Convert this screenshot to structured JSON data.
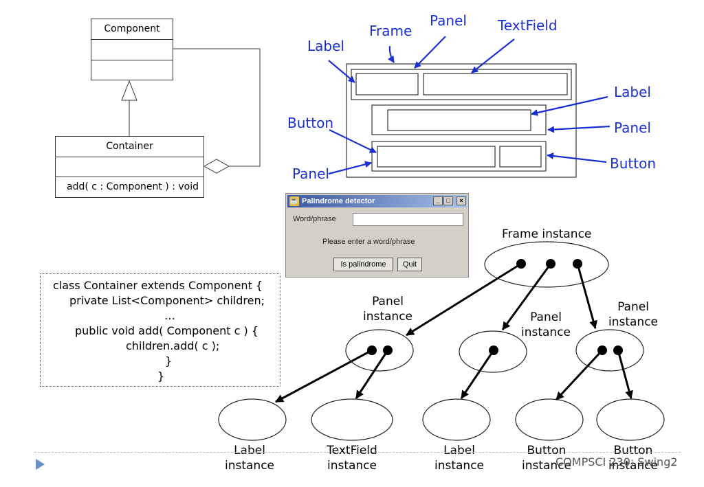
{
  "uml": {
    "component": "Component",
    "container": "Container",
    "method": "add( c : Component ) : void"
  },
  "layout_labels": {
    "label_top": "Label",
    "frame": "Frame",
    "panel_top": "Panel",
    "textfield": "TextField",
    "label_right": "Label",
    "button_left": "Button",
    "panel_right": "Panel",
    "panel_left": "Panel",
    "button_right": "Button"
  },
  "dialog": {
    "title": "Palindrome detector",
    "field_label": "Word/phrase",
    "prompt": "Please enter a word/phrase",
    "check_button": "Is palindrome",
    "quit_button": "Quit",
    "minimize": "_",
    "maximize": "□",
    "close": "×"
  },
  "code": {
    "line1": "class Container extends Component {",
    "line2": "private List<Component> children;",
    "line3": "…",
    "line4": "public void add( Component c ) {",
    "line5": "children.add( c );",
    "line6": "}",
    "line7": "}"
  },
  "tree": {
    "frame_instance": "Frame instance",
    "panel_instance_1": [
      "Panel",
      "instance"
    ],
    "panel_instance_2": [
      "Panel",
      "instance"
    ],
    "panel_instance_3": [
      "Panel",
      "instance"
    ],
    "label_instance_1": [
      "Label",
      "instance"
    ],
    "textfield_instance": [
      "TextField",
      "instance"
    ],
    "label_instance_2": [
      "Label",
      "instance"
    ],
    "button_instance_1": [
      "Button",
      "instance"
    ],
    "button_instance_2": [
      "Button",
      "instance"
    ]
  },
  "footer": {
    "course": "COMPSCI 230: Swing2"
  },
  "colors": {
    "annotation_blue": "#1a2fd1",
    "footer_triangle": "#6b8fc9"
  }
}
